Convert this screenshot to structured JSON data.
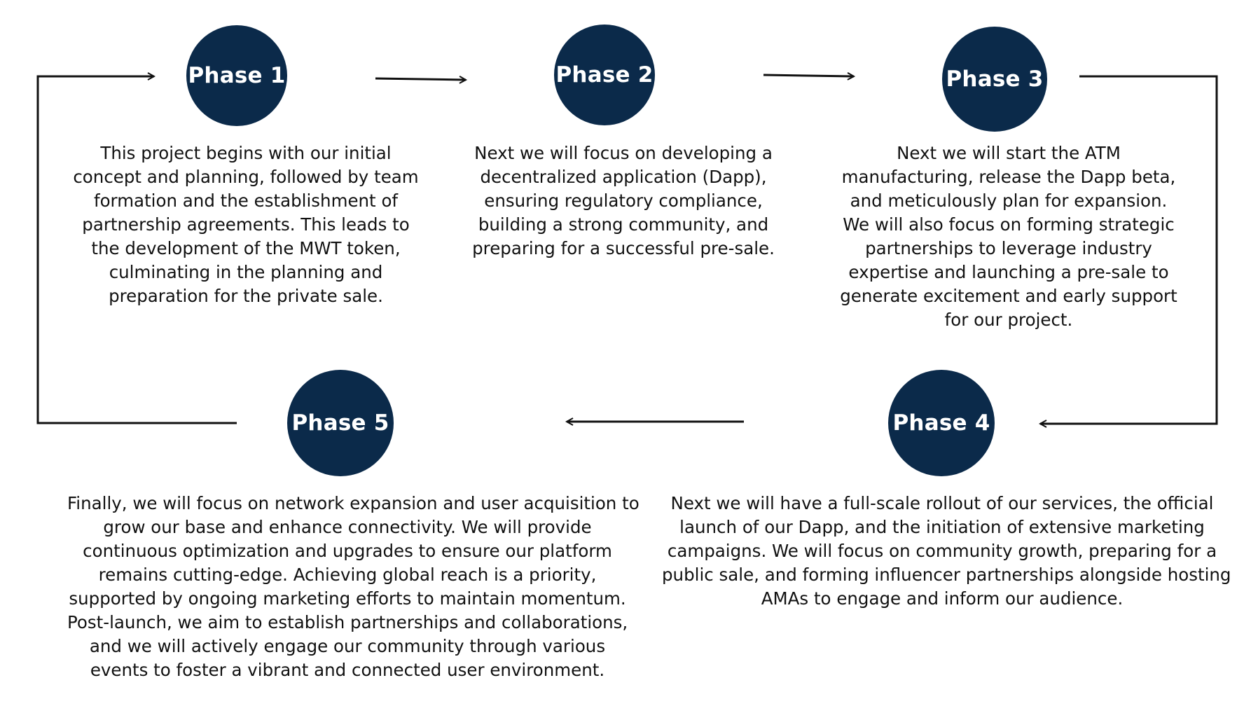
{
  "colors": {
    "circle": "#0b2a4a",
    "line": "#111111",
    "text": "#111111",
    "background": "#ffffff"
  },
  "phases": [
    {
      "label": "Phase 1",
      "lines": [
        "This project begins with our initial",
        "concept and planning, followed by team",
        "formation and the establishment of",
        "partnership agreements. This leads to",
        "the development of the MWT token,",
        "culminating in the planning and",
        "preparation for the private sale."
      ]
    },
    {
      "label": "Phase 2",
      "lines": [
        "Next we will focus on developing a",
        "decentralized application (Dapp),",
        "ensuring regulatory compliance,",
        "building a strong community, and",
        "preparing for a successful pre-sale."
      ]
    },
    {
      "label": "Phase 3",
      "lines": [
        "Next we will start the ATM",
        "manufacturing, release the Dapp beta,",
        "and meticulously plan for expansion.",
        "We will also focus on forming strategic",
        "partnerships to leverage industry",
        "expertise and launching a pre-sale to",
        "generate excitement and early support",
        "for our project."
      ]
    },
    {
      "label": "Phase 4",
      "lines": [
        "Next we will have a full-scale rollout of our services, the official",
        "launch of our Dapp, and the initiation of extensive marketing",
        "campaigns. We will focus on community growth, preparing for a",
        "public sale, and forming influencer partnerships alongside hosting",
        "AMAs to engage and inform our audience."
      ]
    },
    {
      "label": "Phase 5",
      "lines": [
        "Finally, we will focus on network expansion and user acquisition to",
        "grow our base and enhance connectivity. We will provide",
        "continuous optimization and upgrades to ensure our platform",
        "remains cutting-edge. Achieving global reach is a priority,",
        "supported by ongoing marketing efforts to maintain momentum.",
        "Post-launch, we aim to establish partnerships and collaborations,",
        "and we will actively engage our community through various",
        "events to foster a vibrant and connected user environment."
      ]
    }
  ]
}
